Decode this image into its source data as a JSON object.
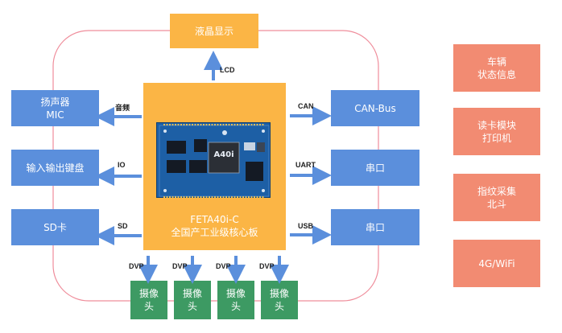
{
  "colors": {
    "blue": "#5b8fdc",
    "orange": "#fbb545",
    "salmon": "#f28b72",
    "green": "#3d9a63",
    "ring": "#ef8d9b",
    "board": "#1d5fa5"
  },
  "top": {
    "lcd_block": "液晶显示",
    "lcd_label": "LCD"
  },
  "core": {
    "chip": "A40i",
    "name": "FETA40i-C",
    "desc": "全国产工业级核心板"
  },
  "left": [
    {
      "block": "扬声器\nMIC",
      "label": "音频"
    },
    {
      "block": "输入输出键盘",
      "label": "IO"
    },
    {
      "block": "SD卡",
      "label": "SD"
    }
  ],
  "right": [
    {
      "block": "CAN-Bus",
      "label": "CAN"
    },
    {
      "block": "串口",
      "label": "UART"
    },
    {
      "block": "串口",
      "label": "USB"
    }
  ],
  "bottom": {
    "label": "DVP",
    "cameras": [
      "摄像\n头",
      "摄像\n头",
      "摄像\n头",
      "摄像\n头"
    ]
  },
  "side_panel": [
    "车辆\n状态信息",
    "读卡模块\n打印机",
    "指纹采集\n北斗",
    "4G/WiFi"
  ]
}
